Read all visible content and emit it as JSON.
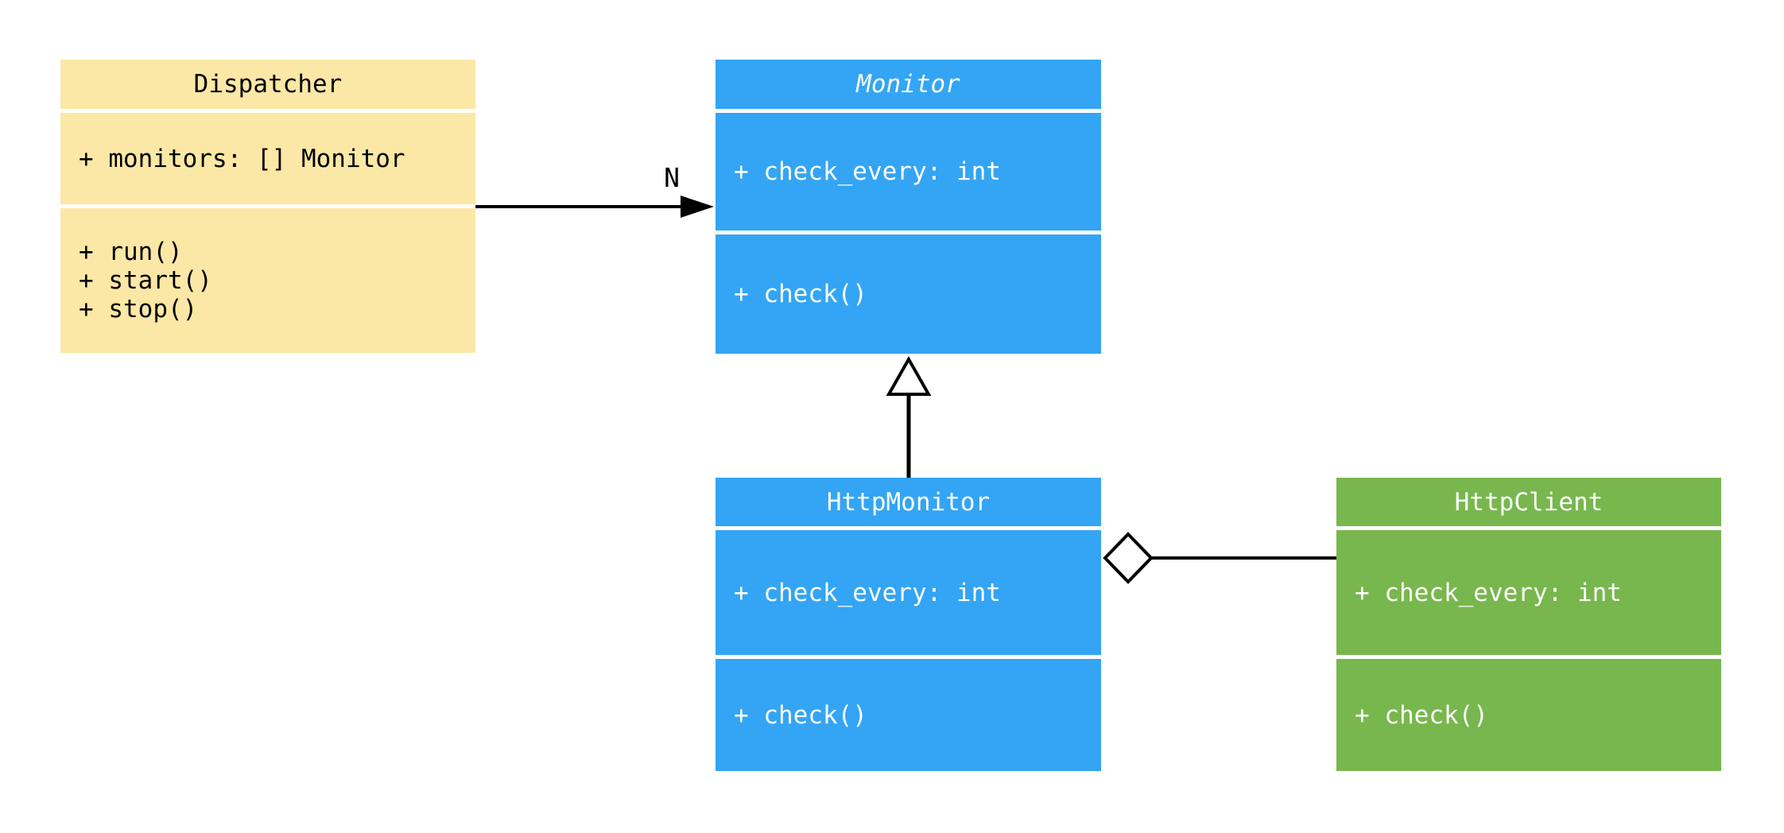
{
  "diagram": {
    "type": "uml-class-diagram",
    "background_color": "#FFFFFF",
    "line_color": "#000000",
    "classes": [
      {
        "id": "dispatcher",
        "title": "Dispatcher",
        "abstract": false,
        "fill": "#FBE8A6",
        "text_color": "#000000",
        "attributes": [
          "+ monitors: [] Monitor"
        ],
        "methods": [
          "+ run()",
          "+ start()",
          "+ stop()"
        ]
      },
      {
        "id": "monitor",
        "title": "Monitor",
        "abstract": true,
        "fill": "#33A5F4",
        "text_color": "#FFFFFF",
        "attributes": [
          "+ check_every: int"
        ],
        "methods": [
          "+ check()"
        ]
      },
      {
        "id": "http-monitor",
        "title": "HttpMonitor",
        "abstract": false,
        "fill": "#33A5F4",
        "text_color": "#FFFFFF",
        "attributes": [
          "+ check_every: int"
        ],
        "methods": [
          "+ check()"
        ]
      },
      {
        "id": "http-client",
        "title": "HttpClient",
        "abstract": false,
        "fill": "#78B74D",
        "text_color": "#FFFFFF",
        "attributes": [
          "+ check_every: int"
        ],
        "methods": [
          "+ check()"
        ]
      }
    ],
    "relationships": [
      {
        "type": "association",
        "from": "Dispatcher",
        "to": "Monitor",
        "label": "N",
        "arrow": "filled-arrowhead"
      },
      {
        "type": "generalization",
        "from": "HttpMonitor",
        "to": "Monitor",
        "label": "",
        "arrow": "hollow-triangle"
      },
      {
        "type": "aggregation",
        "from": "HttpMonitor",
        "to": "HttpClient",
        "label": "",
        "arrow": "hollow-diamond"
      }
    ]
  }
}
